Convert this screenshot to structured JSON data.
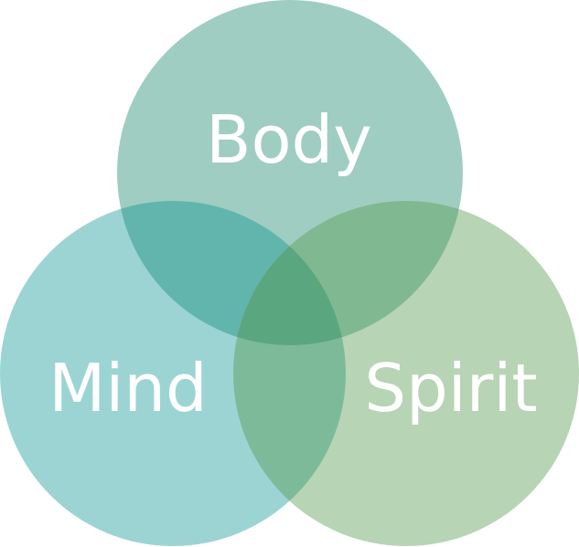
{
  "diagram": {
    "type": "venn",
    "sets": [
      {
        "id": "body",
        "label": "Body",
        "color": "#9fcdc1"
      },
      {
        "id": "mind",
        "label": "Mind",
        "color": "#9bd4d3"
      },
      {
        "id": "spirit",
        "label": "Spirit",
        "color": "#b7d4b5"
      }
    ],
    "overlap_colors": {
      "body_mind": "#62b5ad",
      "body_spirit": "#80b891",
      "mind_spirit": "#7dba9a",
      "all": "#5aa77f"
    }
  }
}
